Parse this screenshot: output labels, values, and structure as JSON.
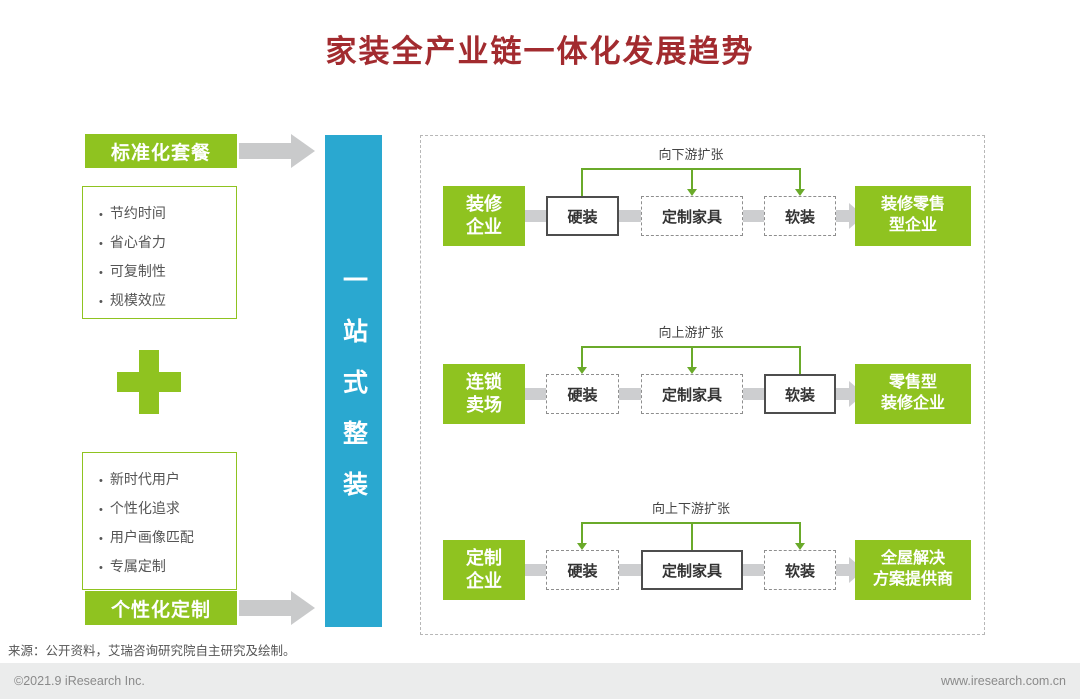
{
  "page": {
    "title": "家装全产业链一体化发展趋势",
    "source_note": "来源：公开资料，艾瑞咨询研究院自主研究及绘制。",
    "footer_left": "©2021.9 iResearch Inc.",
    "footer_right": "www.iresearch.com.cn"
  },
  "left_panel": {
    "top_label": "标准化套餐",
    "top_items": [
      "节约时间",
      "省心省力",
      "可复制性",
      "规模效应"
    ],
    "bottom_items": [
      "新时代用户",
      "个性化追求",
      "用户画像匹配",
      "专属定制"
    ],
    "bottom_label": "个性化定制"
  },
  "center_bar": {
    "label": "一站式整装"
  },
  "flow_rows": [
    {
      "source": "装修\n企业",
      "expand_label": "向下游扩张",
      "items": [
        {
          "label": "硬装",
          "style": "solid"
        },
        {
          "label": "定制家具",
          "style": "dashed"
        },
        {
          "label": "软装",
          "style": "dashed"
        }
      ],
      "result": "装修零售\n型企业"
    },
    {
      "source": "连锁\n卖场",
      "expand_label": "向上游扩张",
      "items": [
        {
          "label": "硬装",
          "style": "dashed"
        },
        {
          "label": "定制家具",
          "style": "dashed"
        },
        {
          "label": "软装",
          "style": "solid"
        }
      ],
      "result": "零售型\n装修企业"
    },
    {
      "source": "定制\n企业",
      "expand_label": "向上下游扩张",
      "items": [
        {
          "label": "硬装",
          "style": "dashed"
        },
        {
          "label": "定制家具",
          "style": "solid"
        },
        {
          "label": "软装",
          "style": "dashed"
        }
      ],
      "result": "全屋解决\n方案提供商"
    }
  ],
  "colors": {
    "green": "#8fc320",
    "blue": "#2aa8d0",
    "title_red": "#a22b2f",
    "arrow_gray": "#c9cacb",
    "connector_green": "#6aaa2a"
  }
}
